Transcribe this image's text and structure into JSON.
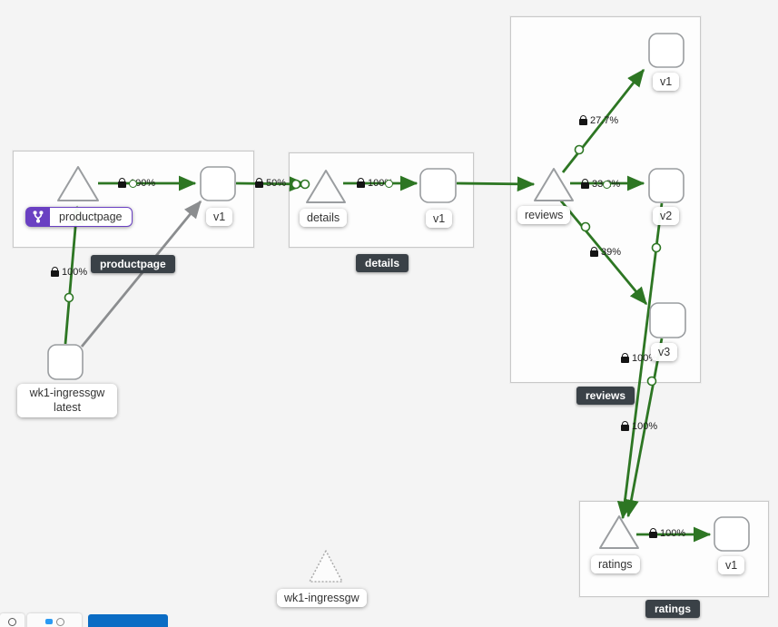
{
  "graph": {
    "nodes": {
      "productpage_service": "productpage",
      "productpage_v1": "v1",
      "details_service": "details",
      "details_v1": "v1",
      "reviews_service": "reviews",
      "reviews_v1": "v1",
      "reviews_v2": "v2",
      "reviews_v3": "v3",
      "ratings_service": "ratings",
      "ratings_v1": "v1",
      "ingressgw_line1": "wk1-ingressgw",
      "ingressgw_line2": "latest",
      "idle_gateway": "wk1-ingressgw"
    },
    "edge_labels": {
      "gw_to_productpage": "100%",
      "productpage_to_v1": "100%",
      "productpage_to_details": "50%",
      "details_to_v1": "100%",
      "reviews_to_v1": "27.7%",
      "reviews_to_v2": "33.2%",
      "reviews_to_v3": "39%",
      "v3_to_ratings": "100%",
      "v2_to_ratings": "100%",
      "ratings_to_v1": "100%"
    },
    "tooltips": {
      "productpage": "productpage",
      "details": "details",
      "reviews": "reviews",
      "ratings": "ratings"
    }
  },
  "colors": {
    "edge_healthy": "#2d7623",
    "edge_idle_gray": "#8b8d8f",
    "virtual_service_badge": "#6a40c2",
    "tooltip_bg": "#3a4147",
    "primary_button": "#0a6cc4",
    "canvas_bg": "#f4f4f4"
  }
}
